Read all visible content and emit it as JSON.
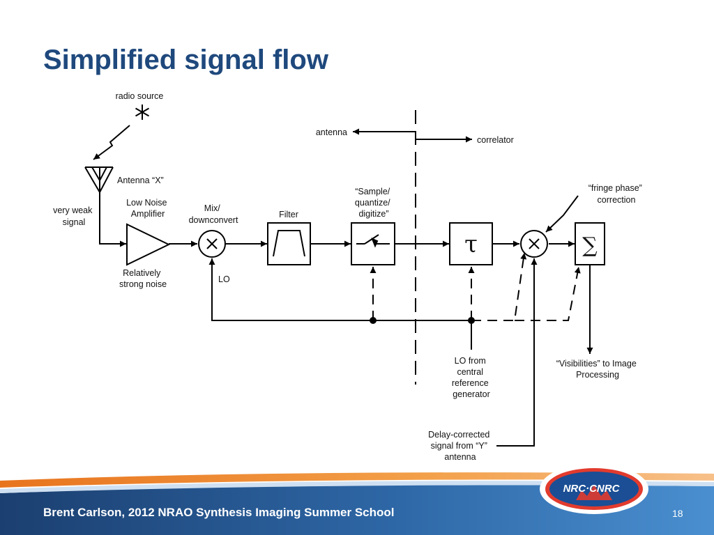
{
  "slide": {
    "title": "Simplified signal flow",
    "footer_credit": "Brent Carlson, 2012 NRAO Synthesis Imaging Summer School",
    "page_number": "18",
    "logo_text": "NRC·CNRC"
  },
  "diagram": {
    "labels": {
      "radio_source": "radio source",
      "antenna_arrow": "antenna",
      "correlator_arrow": "correlator",
      "antenna_x": "Antenna “X”",
      "very_weak_signal": [
        "very weak",
        "signal"
      ],
      "lna": [
        "Low Noise",
        "Amplifier"
      ],
      "relatively_strong_noise": [
        "Relatively",
        "strong noise"
      ],
      "mix_downconvert": [
        "Mix/",
        "downconvert"
      ],
      "lo": "LO",
      "filter": "Filter",
      "sample_quantize": [
        "“Sample/",
        "quantize/",
        "digitize”"
      ],
      "fringe_phase": [
        "“fringe phase”",
        "correction"
      ],
      "lo_from_central": [
        "LO from",
        "central",
        "reference",
        "generator"
      ],
      "visibilities": [
        "“Visibilities” to Image",
        "Processing"
      ],
      "delay_corrected": [
        "Delay-corrected",
        "signal from “Y”",
        "antenna"
      ]
    },
    "symbols": {
      "delay": "τ",
      "sum": "∑",
      "mixer": "×"
    }
  }
}
